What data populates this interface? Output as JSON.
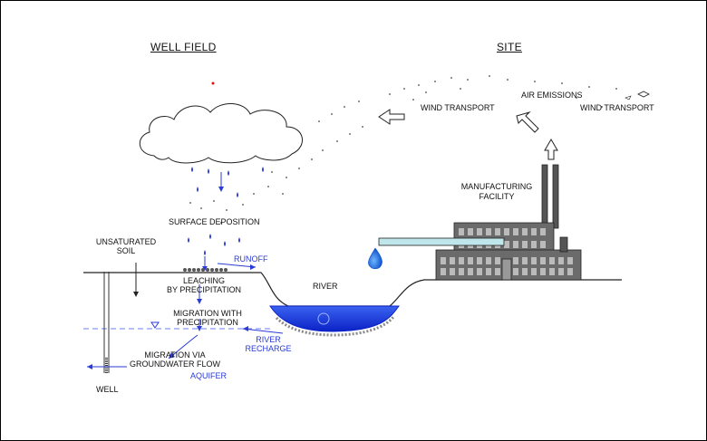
{
  "headings": {
    "left": "WELL FIELD",
    "right": "SITE"
  },
  "labels": {
    "wind_transport_left": "WIND TRANSPORT",
    "air_emissions": "AIR EMISSIONS",
    "wind_transport_right": "WIND TRANSPORT",
    "manufacturing_facility_1": "MANUFACTURING",
    "manufacturing_facility_2": "FACILITY",
    "surface_deposition": "SURFACE DEPOSITION",
    "unsaturated_soil_1": "UNSATURATED",
    "unsaturated_soil_2": "SOIL",
    "runoff": "RUNOFF",
    "leaching_1": "LEACHING",
    "leaching_2": "BY PRECIPITATION",
    "river": "RIVER",
    "migration_precip_1": "MIGRATION WITH",
    "migration_precip_2": "PRECIPITATION",
    "river_recharge_1": "RIVER",
    "river_recharge_2": "RECHARGE",
    "migration_gw_1": "MIGRATION VIA",
    "migration_gw_2": "GROUNDWATER FLOW",
    "aquifer": "AQUIFER",
    "well": "WELL"
  },
  "colors": {
    "water_blue": "#1a35d8",
    "label_blue": "#2a3bd6",
    "pipe": "#bfe6ea",
    "line": "#222222"
  }
}
